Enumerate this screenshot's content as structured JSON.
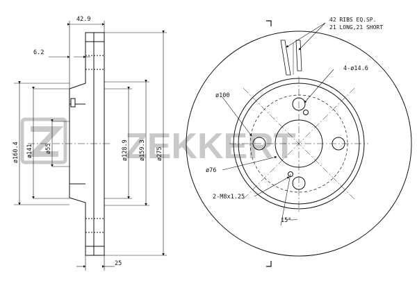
{
  "watermark": {
    "brand": "ZEKKERT"
  },
  "side_view": {
    "dims": {
      "overall_thickness": "42.9",
      "flange": "6.2",
      "d_outer_hub": "ø160.4",
      "d_141": "ø141",
      "d_55": "ø55",
      "d_128_9": "ø128.9",
      "d_159_3": "ø159.3",
      "d_275": "ø275",
      "disc_thickness": "25"
    }
  },
  "front_view": {
    "notes": {
      "ribs_line1": "42 RIBS EQ.SP.",
      "ribs_line2": "21 LONG,21 SHORT",
      "bolt_holes": "4-ø14.6",
      "pcd": "ø100",
      "center_bore": "ø76",
      "threads": "2-M8x1.25",
      "angle": "15°"
    }
  },
  "colors": {
    "line": "#111111",
    "watermark": "#c9c9c9"
  }
}
